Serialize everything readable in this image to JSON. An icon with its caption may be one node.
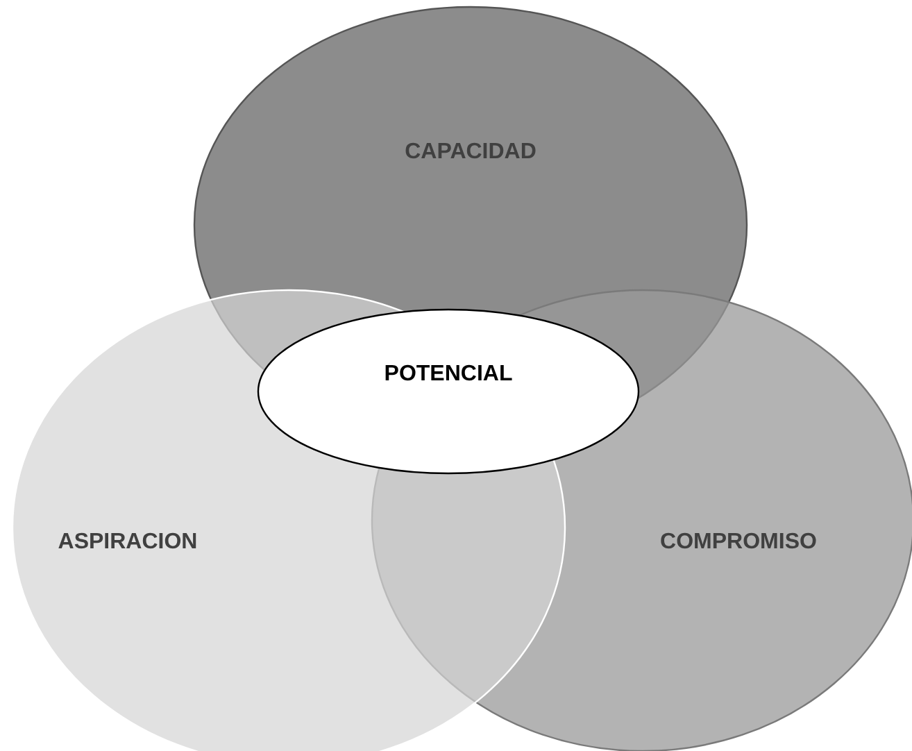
{
  "diagram": {
    "nodes": [
      {
        "text": [
          "CAPACIDAD"
        ]
      },
      {
        "text": [
          "COMPROMISO"
        ]
      },
      {
        "text": [
          "ASPIRACION"
        ]
      },
      {
        "text": [
          "POTENCIAL"
        ]
      }
    ]
  }
}
